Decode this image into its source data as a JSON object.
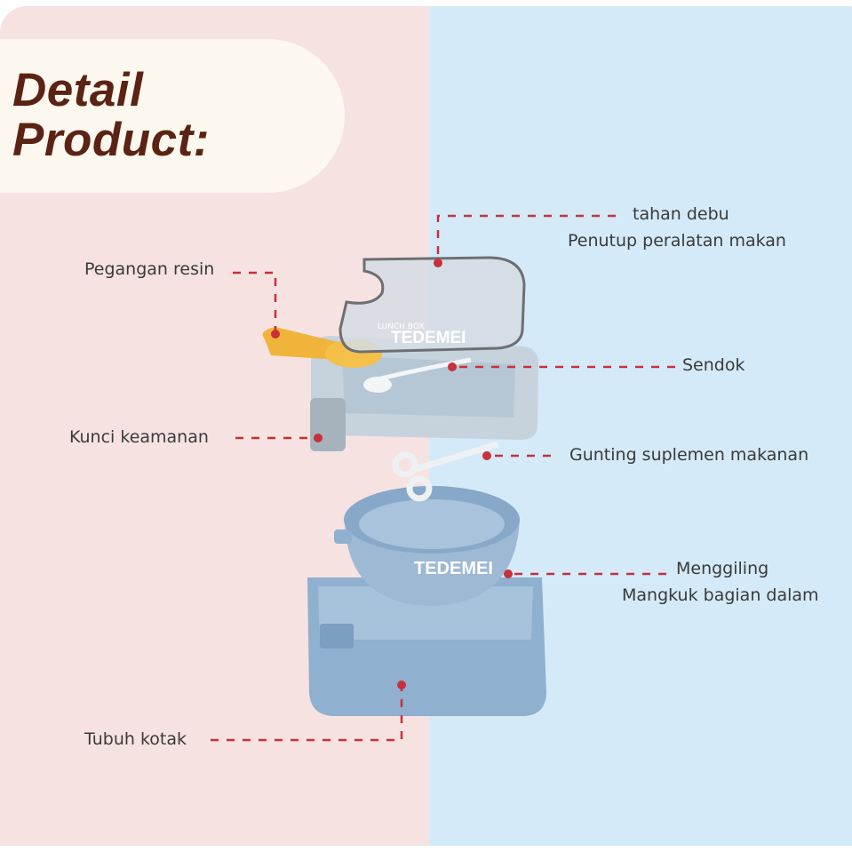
{
  "header": {
    "title_line1": "Detail",
    "title_line2": "Product:"
  },
  "labels": {
    "lid_line1": "tahan debu",
    "lid_line2": "Penutup peralatan makan",
    "handle": "Pegangan resin",
    "spoon": "Sendok",
    "lock": "Kunci keamanan",
    "scissors": "Gunting suplemen makanan",
    "bowl_line1": "Menggiling",
    "bowl_line2": "Mangkuk bagian dalam",
    "body": "Tubuh kotak"
  },
  "product_logo": {
    "brand": "TEDEMEI",
    "lid_text": "LUNCH BOX"
  },
  "colors": {
    "left_bg": "#f7e2e2",
    "right_bg": "#d4eaf9",
    "title": "#5b2313",
    "callout": "#c8303a",
    "box_blue": "#8fb0cf"
  }
}
